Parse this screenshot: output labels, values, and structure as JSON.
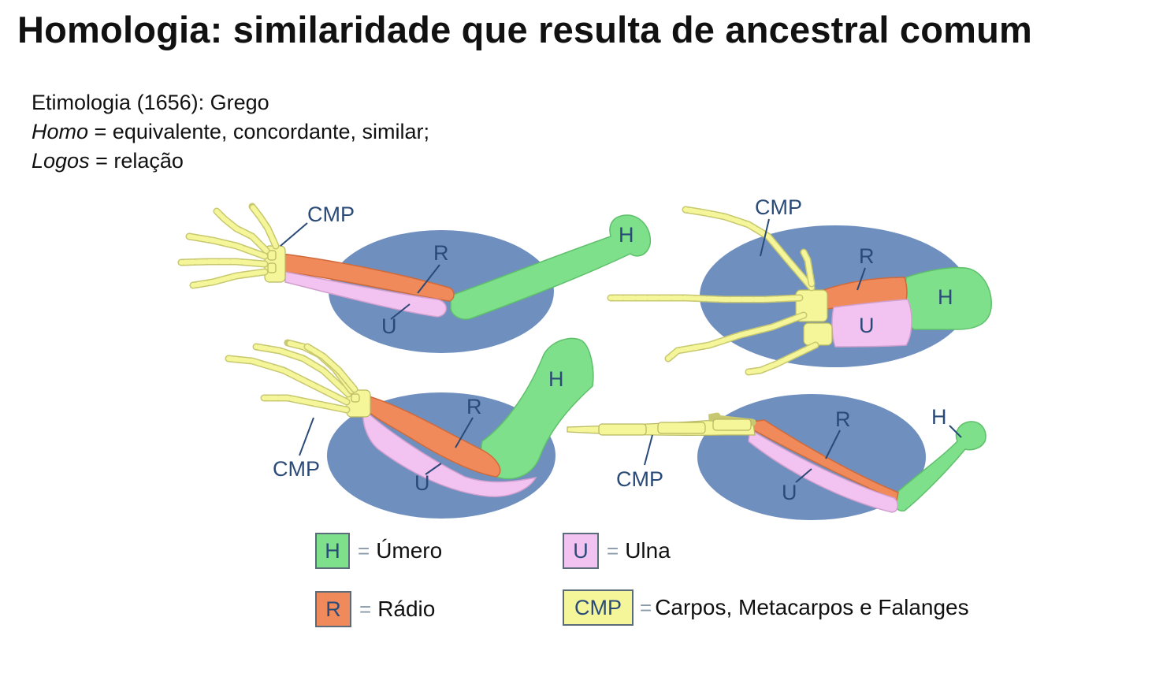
{
  "title": "Homologia: similaridade que resulta de ancestral comum",
  "etymology": {
    "line1": "Etimologia (1656): Grego",
    "homo_term": "Homo",
    "homo_def": " = equivalente, concordante, similar;",
    "logos_term": "Logos",
    "logos_def": " = relação"
  },
  "labels": {
    "H": "H",
    "R": "R",
    "U": "U",
    "CMP": "CMP"
  },
  "legend": [
    {
      "code": "H",
      "eq": "=",
      "text": "Úmero",
      "color": "#7ee08a"
    },
    {
      "code": "U",
      "eq": "=",
      "text": "Ulna",
      "color": "#f2c2f0"
    },
    {
      "code": "R",
      "eq": "=",
      "text": "Rádio",
      "color": "#f08a5a"
    },
    {
      "code": "CMP",
      "eq": "=",
      "text": "Carpos, Metacarpos e Falanges",
      "color": "#f5f59a"
    }
  ],
  "colors": {
    "ellipse": "#6f8fbf",
    "humerus": "#7ee08a",
    "radius": "#f08a5a",
    "ulna": "#f2c2f0",
    "cmp": "#f5f59a",
    "label": "#2a4a78"
  }
}
